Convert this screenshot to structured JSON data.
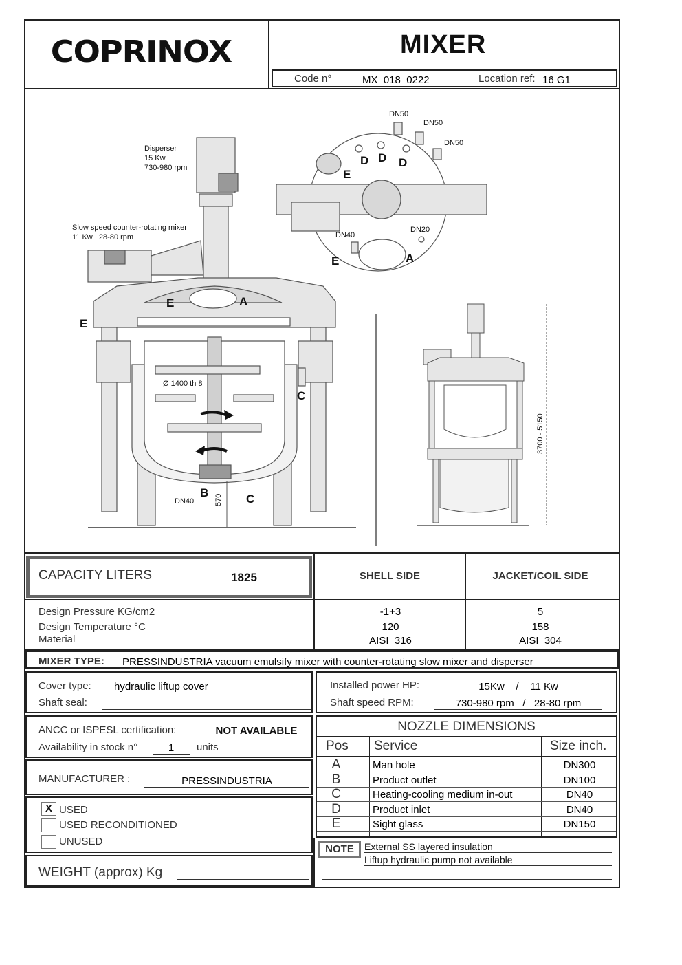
{
  "header": {
    "logo": "COPRINOX",
    "title": "MIXER",
    "code_label": "Code n°",
    "code_value": "MX  018  0222",
    "location_label": "Location ref:",
    "location_value": "16 G1"
  },
  "drawing": {
    "disperser_label": "Disperser",
    "disperser_power": "15 Kw",
    "disperser_rpm": "730-980 rpm",
    "slow_mixer_label": "Slow speed counter-rotating mixer",
    "slow_mixer_spec": "11 Kw   28-80 rpm",
    "diameter": "Ø 1400 th 8",
    "height_bottom": "570",
    "height_total": "3700 - 5150",
    "nozzles_top": [
      "DN50",
      "DN50",
      "DN50"
    ],
    "dn40": "DN40",
    "dn20": "DN20",
    "dn40_bottom": "DN40",
    "letters": {
      "a": "A",
      "b": "B",
      "c": "C",
      "d": "D",
      "e": "E"
    }
  },
  "capacity": {
    "label": "CAPACITY LITERS",
    "value": "1825"
  },
  "columns": {
    "shell": "SHELL SIDE",
    "jacket": "JACKET/COIL SIDE"
  },
  "design": {
    "pressure_label": "Design  Pressure  KG/cm2",
    "temperature_label": "Design  Temperature   °C",
    "material_label": "Material",
    "shell": {
      "pressure": "-1+3",
      "temperature": "120",
      "material": "AISI  316"
    },
    "jacket": {
      "pressure": "5",
      "temperature": "158",
      "material": "AISI  304"
    }
  },
  "mixer_type": {
    "label": "MIXER TYPE:",
    "value": "PRESSINDUSTRIA vacuum emulsify mixer with counter-rotating slow mixer and disperser"
  },
  "cover": {
    "cover_label": "Cover type:",
    "cover_value": "hydraulic liftup cover",
    "seal_label": "Shaft seal:",
    "seal_value": ""
  },
  "power": {
    "hp_label": "Installed power HP:",
    "hp_value": "15Kw    /    11 Kw",
    "rpm_label": "Shaft speed RPM:",
    "rpm_value": "730-980 rpm   /   28-80 rpm"
  },
  "certification": {
    "label": "ANCC  or  ISPESL certification:",
    "value": "NOT AVAILABLE",
    "stock_label": "Availability in stock n°",
    "stock_value": "1",
    "units_label": "units"
  },
  "manufacturer": {
    "label": "MANUFACTURER :",
    "value": "PRESSINDUSTRIA"
  },
  "condition": {
    "mark": "X",
    "used": "USED",
    "reconditioned": "USED RECONDITIONED",
    "unused": "UNUSED"
  },
  "weight": {
    "label": "WEIGHT (approx) Kg",
    "value": ""
  },
  "nozzles": {
    "title": "NOZZLE  DIMENSIONS",
    "headers": {
      "pos": "Pos",
      "service": "Service",
      "size": "Size inch."
    },
    "rows": [
      {
        "pos": "A",
        "service": "Man hole",
        "size": "DN300"
      },
      {
        "pos": "B",
        "service": "Product outlet",
        "size": "DN100"
      },
      {
        "pos": "C",
        "service": "Heating-cooling medium in-out",
        "size": "DN40"
      },
      {
        "pos": "D",
        "service": "Product inlet",
        "size": "DN40"
      },
      {
        "pos": "E",
        "service": "Sight glass",
        "size": "DN150"
      }
    ]
  },
  "note": {
    "label": "NOTE",
    "lines": [
      "External SS layered insulation",
      "Liftup hydraulic pump not available"
    ]
  }
}
